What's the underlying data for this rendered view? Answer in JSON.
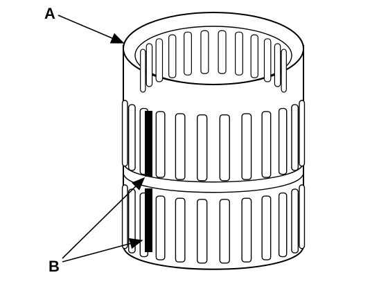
{
  "diagram": {
    "callouts": [
      {
        "id": "A",
        "label": "A"
      },
      {
        "id": "B",
        "label": "B"
      }
    ],
    "highlight_color": "#000000",
    "line_color": "#000000",
    "background": "#ffffff"
  }
}
